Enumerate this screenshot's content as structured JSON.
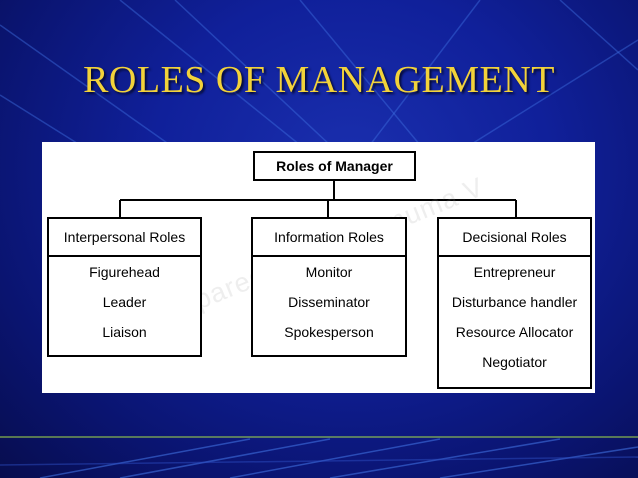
{
  "title": "ROLES OF MANAGEMENT",
  "root_label": "Roles of Manager",
  "watermark": "Prepared by Dr. Samuma V",
  "categories": [
    {
      "label": "Interpersonal Roles",
      "items": [
        "Figurehead",
        "Leader",
        "Liaison"
      ]
    },
    {
      "label": "Information Roles",
      "items": [
        "Monitor",
        "Disseminator",
        "Spokesperson"
      ]
    },
    {
      "label": "Decisional Roles",
      "items": [
        "Entrepreneur",
        "Disturbance handler",
        "Resource Allocator",
        "Negotiator"
      ]
    }
  ],
  "colors": {
    "background": "#10209a",
    "title": "#f2d23a",
    "panel": "#ffffff",
    "lines": "#000000"
  }
}
